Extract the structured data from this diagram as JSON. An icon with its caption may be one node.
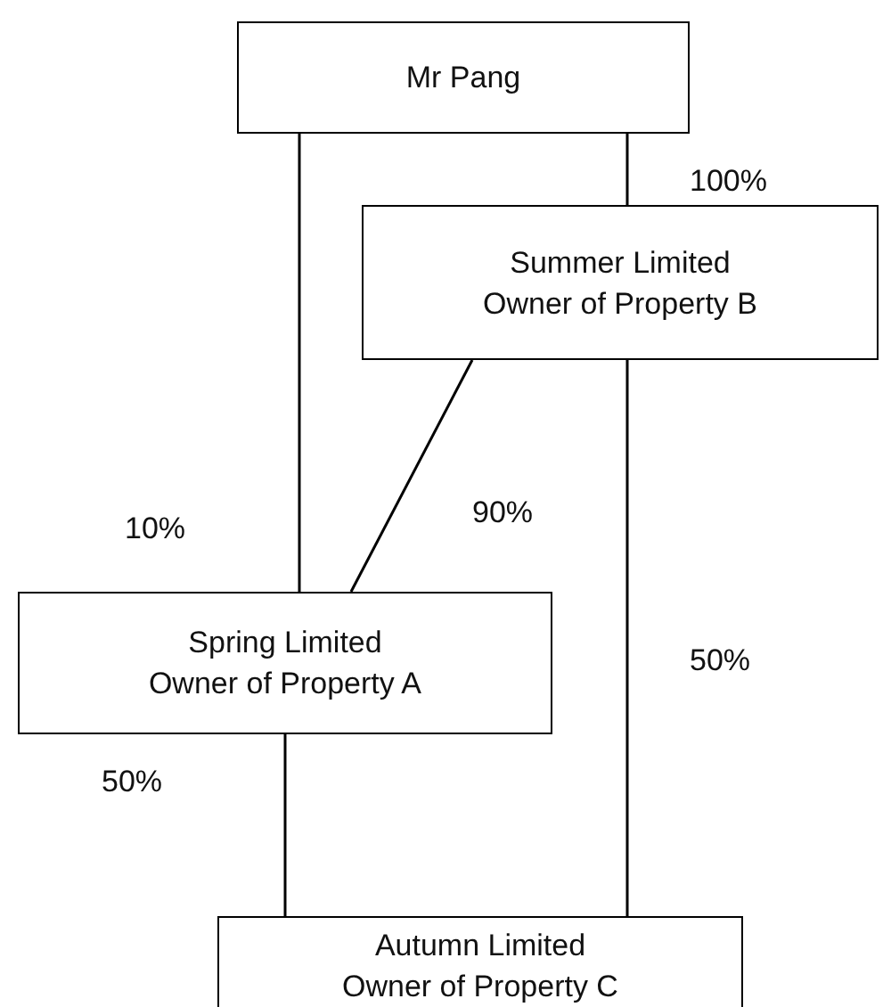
{
  "diagram": {
    "nodes": [
      {
        "text": [
          "Mr Pang"
        ]
      },
      {
        "text": [
          "Summer Limited",
          "Owner of Property B"
        ]
      },
      {
        "text": [
          "Spring Limited",
          "Owner of Property A"
        ]
      },
      {
        "text": [
          "Autumn Limited",
          "Owner of Property C"
        ]
      }
    ],
    "edges": [
      {
        "from": 0,
        "to": 2,
        "arrow": "none",
        "label": "10%"
      },
      {
        "from": 0,
        "to": 1,
        "arrow": "none",
        "label": "100%"
      },
      {
        "from": 1,
        "to": 2,
        "arrow": "none",
        "label": "90%"
      },
      {
        "from": 1,
        "to": 3,
        "arrow": "none",
        "label": "50%"
      },
      {
        "from": 2,
        "to": 3,
        "arrow": "none",
        "label": "50%"
      }
    ]
  }
}
